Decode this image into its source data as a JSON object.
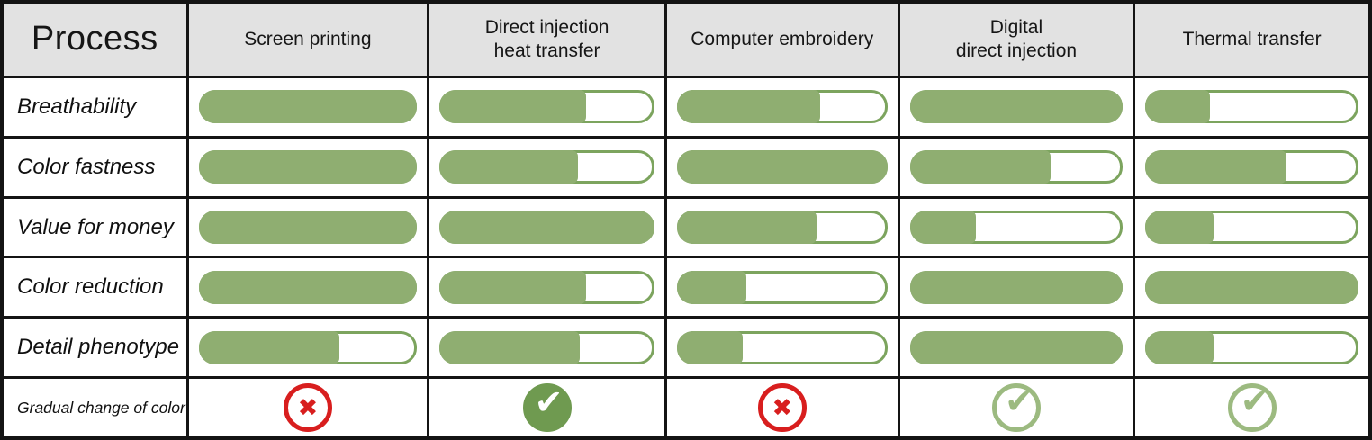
{
  "ui": {
    "corner_label": "Process",
    "columns": [
      {
        "lines": [
          "Screen printing"
        ]
      },
      {
        "lines": [
          "Direct injection",
          "heat transfer"
        ]
      },
      {
        "lines": [
          "Computer  embroidery"
        ]
      },
      {
        "lines": [
          "Digital",
          "direct injection"
        ]
      },
      {
        "lines": [
          "Thermal transfer"
        ]
      }
    ],
    "rows": [
      {
        "label": "Breathability",
        "values": [
          100,
          70,
          70,
          100,
          31
        ]
      },
      {
        "label": "Color fastness",
        "values": [
          100,
          66,
          100,
          68,
          68
        ]
      },
      {
        "label": "Value for money",
        "values": [
          100,
          100,
          68,
          32,
          33
        ]
      },
      {
        "label": "Color reduction",
        "values": [
          100,
          70,
          34,
          100,
          100
        ]
      },
      {
        "label": "Detail phenotype",
        "values": [
          66,
          67,
          32,
          100,
          33
        ]
      }
    ],
    "verdict_row": {
      "label": "Gradual change of color",
      "values": [
        "cross",
        "check-filled",
        "cross",
        "check-outline",
        "check-outline"
      ]
    },
    "icon_glyphs": {
      "cross": "✖",
      "check": "✔"
    },
    "colors": {
      "bar_fill": "#8fae71",
      "bar_border": "#7ca45e",
      "header_bg": "#e2e2e2",
      "grid_line": "#141414",
      "cross_red": "#d81e1e",
      "check_dark_green": "#6f9a50",
      "check_light_green": "#9cba80"
    }
  },
  "chart_data": {
    "type": "table",
    "title": "Process comparison of garment printing techniques",
    "columns": [
      "Screen printing",
      "Direct injection heat transfer",
      "Computer  embroidery",
      "Digital direct injection",
      "Thermal transfer"
    ],
    "rows": [
      {
        "attribute": "Breathability",
        "fill_percent": [
          100,
          70,
          70,
          100,
          31
        ]
      },
      {
        "attribute": "Color fastness",
        "fill_percent": [
          100,
          66,
          100,
          68,
          68
        ]
      },
      {
        "attribute": "Value for money",
        "fill_percent": [
          100,
          100,
          68,
          32,
          33
        ]
      },
      {
        "attribute": "Color reduction",
        "fill_percent": [
          100,
          70,
          34,
          100,
          100
        ]
      },
      {
        "attribute": "Detail phenotype",
        "fill_percent": [
          66,
          67,
          32,
          100,
          33
        ]
      }
    ],
    "verdict_row": {
      "attribute": "Gradual change of color",
      "values": [
        "no",
        "yes",
        "no",
        "yes",
        "yes"
      ]
    },
    "legend_position": "none",
    "grid": "table-borders"
  }
}
